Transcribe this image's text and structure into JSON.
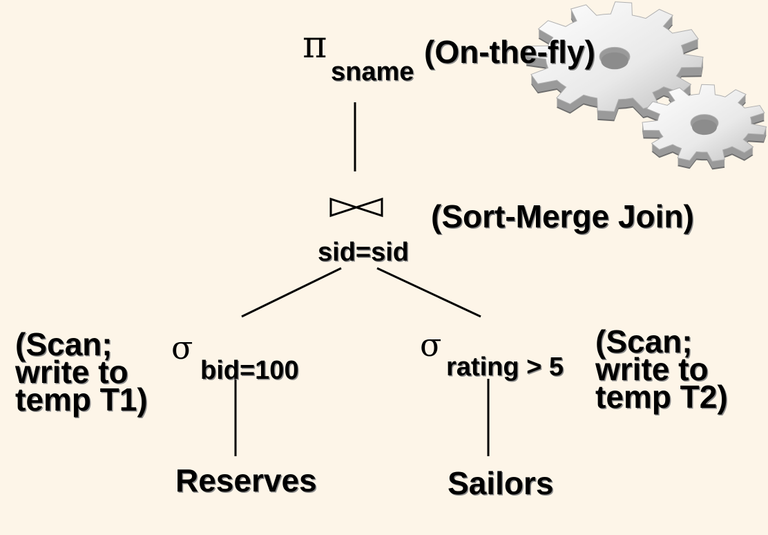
{
  "project": {
    "symbol": "π",
    "attribute": "sname",
    "note": "(On-the-fly)"
  },
  "join": {
    "symbol": "⋈",
    "condition": "sid=sid",
    "note": "(Sort-Merge Join)"
  },
  "select_left": {
    "symbol": "σ",
    "condition": "bid=100",
    "note": [
      "(Scan;",
      "write to",
      "temp T1)"
    ]
  },
  "select_right": {
    "symbol": "σ",
    "condition": "rating > 5",
    "note": [
      "(Scan;",
      "write to",
      "temp T2)"
    ]
  },
  "relations": {
    "left": "Reserves",
    "right": "Sailors"
  },
  "icons": [
    "gears-icon"
  ],
  "colors": {
    "background": "#fdf5e8",
    "text": "#000000",
    "shadow": "#8a8a8a"
  }
}
